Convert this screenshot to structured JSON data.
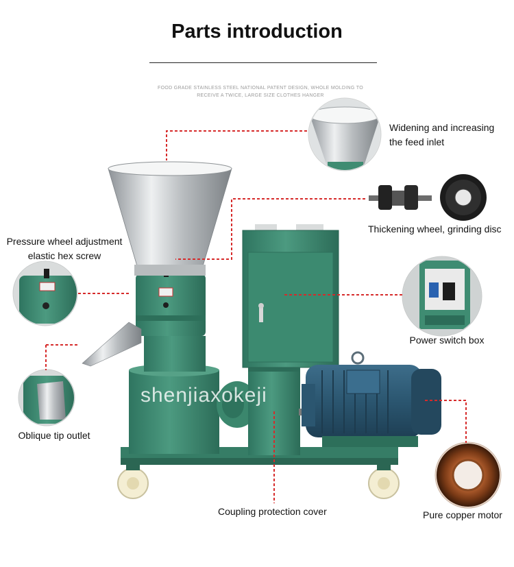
{
  "header": {
    "title": "Parts introduction",
    "tagline": "FOOD GRADE STAINLESS STEEL NATIONAL PATENT DESIGN, WHOLE MOLDING TO RECEIVE A TWICE, LARGE SIZE CLOTHES HANGER"
  },
  "parts": {
    "feed_inlet": "Widening and increasing the feed inlet",
    "wheel_disc": "Thickening wheel, grinding disc",
    "pressure_screw": "Pressure wheel adjustment elastic hex screw",
    "switch_box": "Power switch box",
    "outlet": "Oblique tip outlet",
    "coupling": "Coupling protection cover",
    "motor": "Pure copper motor"
  },
  "watermark": "shenjiaxokeji",
  "colors": {
    "machine_green": "#3f8c72",
    "leader_red": "#d62a2a",
    "steel": "#c9ccce",
    "motor_blue": "#2e5872"
  }
}
